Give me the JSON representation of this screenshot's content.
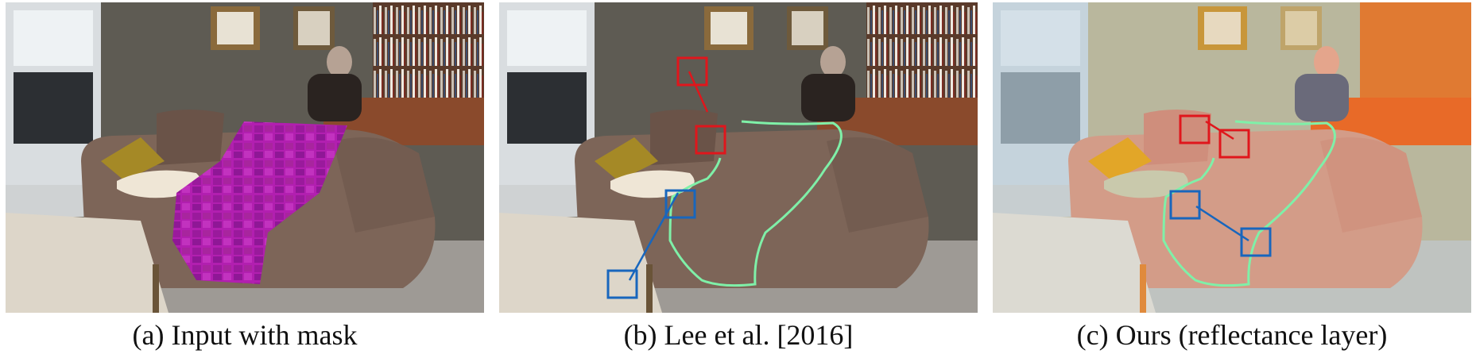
{
  "figure": {
    "panels": [
      {
        "id": "a",
        "caption": "(a) Input with mask"
      },
      {
        "id": "b",
        "caption": "(b) Lee et al. [2016]"
      },
      {
        "id": "c",
        "caption": "(c) Ours (reflectance layer)"
      }
    ]
  },
  "colors": {
    "mask": "#b41eb4",
    "outline": "#7ff0a8",
    "red_box": "#e0161c",
    "blue_box": "#1866bd"
  }
}
